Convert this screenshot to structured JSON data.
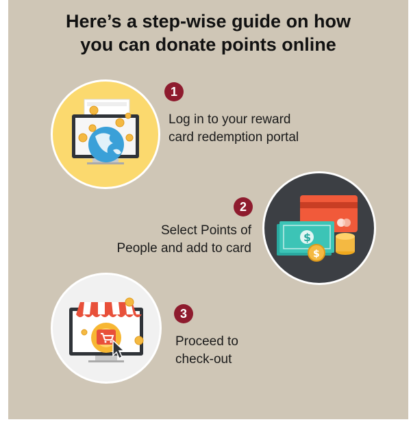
{
  "title": {
    "line1": "Here’s a step-wise guide on how",
    "line2": "you can donate points online"
  },
  "steps": [
    {
      "number": "1",
      "line1": "Log in to your reward",
      "line2": "card redemption portal",
      "icon": "monitor-globe-icon",
      "circle_color": "#fbd96e"
    },
    {
      "number": "2",
      "line1": "Select Points of",
      "line2": "People and add to card",
      "icon": "card-cash-coins-icon",
      "circle_color": "#3c3f44"
    },
    {
      "number": "3",
      "line1": "Proceed to",
      "line2": "check-out",
      "icon": "store-cart-cursor-icon",
      "circle_color": "#f1f1f1"
    }
  ],
  "colors": {
    "background": "#cfc6b6",
    "badge": "#8e1b2e",
    "text": "#1a1a1a"
  }
}
